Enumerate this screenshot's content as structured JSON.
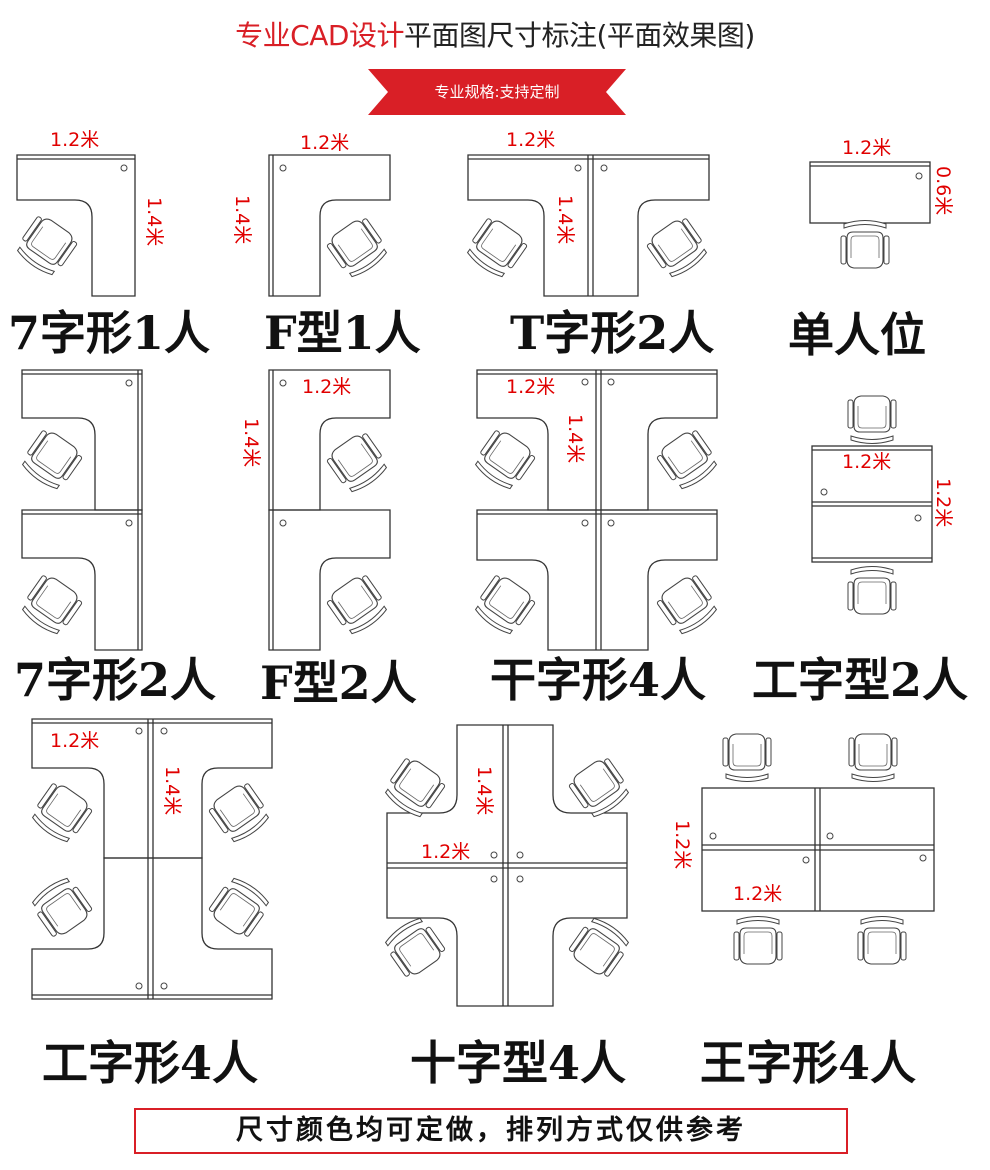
{
  "header": {
    "title_highlight": "专业CAD设计",
    "title_rest": "平面图尺寸标注(平面效果图)",
    "ribbon": "专业规格:支持定制",
    "ribbon_color": "#d91f26"
  },
  "dimensions": {
    "w12": "1.2米",
    "w14": "1.4米",
    "w06": "0.6米",
    "dim_color": "#e00000"
  },
  "labels": {
    "l1": "7字形1人",
    "l2": "F型1人",
    "l3": "T字形2人",
    "l4": "单人位",
    "l5": "7字形2人",
    "l6": "F型2人",
    "l7": "干字形4人",
    "l8": "工字型2人",
    "l9": "工字形4人",
    "l10": "十字型4人",
    "l11": "王字形4人"
  },
  "footer": {
    "note": "尺寸颜色均可定做，排列方式仅供参考",
    "border_color": "#d91f26"
  }
}
